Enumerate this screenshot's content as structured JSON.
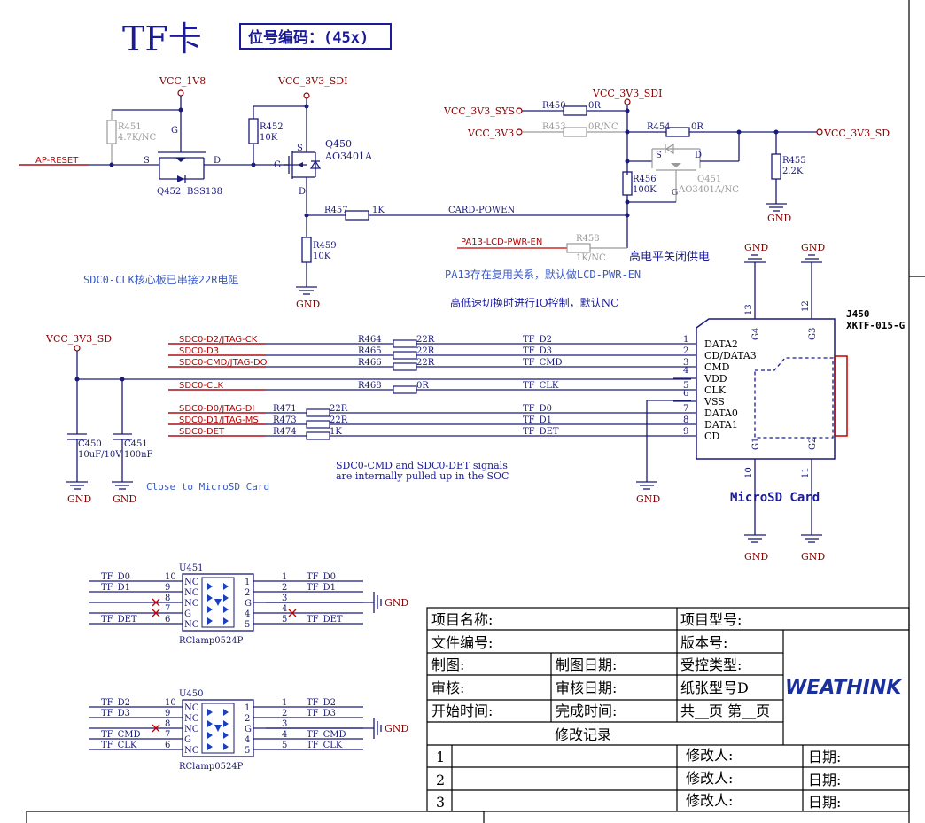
{
  "header": {
    "title": "TF卡",
    "designator_code": "位号编码：(45x)"
  },
  "power_nets": {
    "vcc_1v8": "VCC_1V8",
    "vcc_3v3_sdi_a": "VCC_3V3_SDI",
    "vcc_3v3_sdi_b": "VCC_3V3_SDI",
    "vcc_3v3_sys": "VCC_3V3_SYS",
    "vcc_3v3": "VCC_3V3",
    "vcc_3v3_sd_out": "VCC_3V3_SD",
    "vcc_3v3_sd_in": "VCC_3V3_SD",
    "gnd": "GND"
  },
  "power_section": {
    "ap_reset": "AP-RESET",
    "r451_ref": "R451",
    "r451_val": "4.7K/NC",
    "q452_ref": "Q452",
    "q452_val": "BSS138",
    "pin_s": "S",
    "pin_d": "D",
    "pin_g": "G",
    "r452_ref": "R452",
    "r452_val": "10K",
    "q450_ref": "Q450",
    "q450_val": "AO3401A",
    "r457_ref": "R457",
    "r457_val": "1K",
    "r459_ref": "R459",
    "r459_val": "10K",
    "card_powen": "CARD-POWEN",
    "pa13_net": "PA13-LCD-PWR-EN",
    "r458_ref": "R458",
    "r458_val": "1K/NC",
    "r450_ref": "R450",
    "r450_val": "0R",
    "r453_ref": "R453",
    "r453_val": "0R/NC",
    "r454_ref": "R454",
    "r454_val": "0R",
    "r455_ref": "R455",
    "r455_val": "2.2K",
    "r456_ref": "R456",
    "r456_val": "100K",
    "q451_ref": "Q451",
    "q451_val": "AO3401A/NC",
    "note_high": "高电平关闭供电",
    "note_pa13": "PA13存在复用关系，默认做LCD-PWR-EN",
    "note_io": "高低速切换时进行IO控制，默认NC",
    "note_clk": "SDC0-CLK核心板已串接22R电阻"
  },
  "sd_lines": [
    {
      "net": "SDC0-D2/JTAG-CK",
      "ref": "R464",
      "val": "22R",
      "tf": "TF_D2",
      "pin": "1"
    },
    {
      "net": "SDC0-D3",
      "ref": "R465",
      "val": "22R",
      "tf": "TF_D3",
      "pin": "2"
    },
    {
      "net": "SDC0-CMD/JTAG-DO",
      "ref": "R466",
      "val": "22R",
      "tf": "TF_CMD",
      "pin": "3"
    },
    {
      "net": "",
      "ref": "",
      "val": "",
      "tf": "",
      "pin": "4"
    },
    {
      "net": "SDC0-CLK",
      "ref": "R468",
      "val": "0R",
      "tf": "TF_CLK",
      "pin": "5"
    },
    {
      "net": "",
      "ref": "",
      "val": "",
      "tf": "",
      "pin": "6"
    },
    {
      "net": "SDC0-D0/JTAG-DI",
      "ref": "R471",
      "val": "22R",
      "tf": "TF_D0",
      "pin": "7"
    },
    {
      "net": "SDC0-D1/JTAG-MS",
      "ref": "R473",
      "val": "22R",
      "tf": "TF_D1",
      "pin": "8"
    },
    {
      "net": "SDC0-DET",
      "ref": "R474",
      "val": "1K",
      "tf": "TF_DET",
      "pin": "9"
    }
  ],
  "card_pins": [
    "DATA2",
    "CD/DATA3",
    "CMD",
    "VDD",
    "CLK",
    "VSS",
    "DATA0",
    "DATA1",
    "CD"
  ],
  "connector": {
    "ref": "J450",
    "part": "XKTF-015-G",
    "label": "MicroSD Card",
    "g1": "G1",
    "g2": "G2",
    "g3": "G3",
    "g4": "G4",
    "p10": "10",
    "p11": "11",
    "p12": "12",
    "p13": "13"
  },
  "decoupling": {
    "vcc": "VCC_3V3_SD",
    "c450_ref": "C450",
    "c450_val": "10uF/10V",
    "c451_ref": "C451",
    "c451_val": "100nF",
    "close_note": "Close to MicroSD Card",
    "pullup_note_1": "SDC0-CMD and SDC0-DET signals",
    "pullup_note_2": "are internally pulled up in the SOC"
  },
  "esd_u451": {
    "ref": "U451",
    "part": "RClamp0524P",
    "gnd": "GND",
    "left": [
      {
        "pin": "10",
        "net": "TF_D0",
        "label": "NC"
      },
      {
        "pin": "9",
        "net": "TF_D1",
        "label": "NC"
      },
      {
        "pin": "8",
        "net": "",
        "label": "NC"
      },
      {
        "pin": "7",
        "net": "",
        "label": "G"
      },
      {
        "pin": "6",
        "net": "TF_DET",
        "label": "NC"
      }
    ],
    "right": [
      {
        "pin": "1",
        "net": "TF_D0",
        "label": "1"
      },
      {
        "pin": "2",
        "net": "TF_D1",
        "label": "2"
      },
      {
        "pin": "3",
        "net": "",
        "label": "G"
      },
      {
        "pin": "4",
        "net": "",
        "label": "4"
      },
      {
        "pin": "5",
        "net": "TF_DET",
        "label": "5"
      }
    ]
  },
  "esd_u450": {
    "ref": "U450",
    "part": "RClamp0524P",
    "gnd": "GND",
    "left": [
      {
        "pin": "10",
        "net": "TF_D2",
        "label": "NC"
      },
      {
        "pin": "9",
        "net": "TF_D3",
        "label": "NC"
      },
      {
        "pin": "8",
        "net": "",
        "label": "NC"
      },
      {
        "pin": "7",
        "net": "TF_CMD",
        "label": "G"
      },
      {
        "pin": "6",
        "net": "TF_CLK",
        "label": "NC"
      }
    ],
    "right": [
      {
        "pin": "1",
        "net": "TF_D2",
        "label": "1"
      },
      {
        "pin": "2",
        "net": "TF_D3",
        "label": "2"
      },
      {
        "pin": "3",
        "net": "",
        "label": "G"
      },
      {
        "pin": "4",
        "net": "TF_CMD",
        "label": "4"
      },
      {
        "pin": "5",
        "net": "TF_CLK",
        "label": "5"
      }
    ]
  },
  "title_block": {
    "project_name": "项目名称:",
    "project_model": "项目型号:",
    "file_no": "文件编号:",
    "version": "版本号:",
    "drawn": "制图:",
    "drawn_date": "制图日期:",
    "control_type": "受控类型:",
    "checked": "审核:",
    "checked_date": "审核日期:",
    "paper_size": "纸张型号D",
    "start_time": "开始时间:",
    "finish_time": "完成时间:",
    "pages": "共__页 第__页",
    "revision_record": "修改记录",
    "brand": "WEATHINK",
    "rows": [
      {
        "no": "1",
        "modifier": "修改人:",
        "date": "日期:"
      },
      {
        "no": "2",
        "modifier": "修改人:",
        "date": "日期:"
      },
      {
        "no": "3",
        "modifier": "修改人:",
        "date": "日期:"
      }
    ]
  }
}
